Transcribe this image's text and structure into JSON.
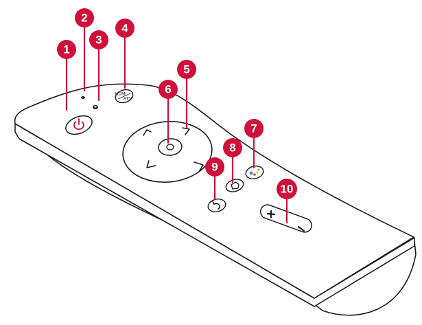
{
  "colors": {
    "accent": "#d0103a",
    "outline": "#1a1a1a",
    "callout_text": "#ffffff",
    "assistant_dots": [
      "#4285f4",
      "#ea4335",
      "#fbbc05",
      "#34a853"
    ]
  },
  "icons": {
    "power": "power-icon",
    "dpad_up": "chevron-up-icon",
    "dpad_down": "chevron-down-icon",
    "dpad_left": "chevron-left-icon",
    "dpad_right": "chevron-right-icon",
    "home": "home-icon",
    "assistant": "google-assistant-icon",
    "back": "back-arrow-icon",
    "volume_up": "plus-icon",
    "volume_down": "minus-icon"
  },
  "input_button": {
    "line1": "HDMI",
    "line2": "ATV"
  },
  "callouts": [
    {
      "label": "1"
    },
    {
      "label": "2"
    },
    {
      "label": "3"
    },
    {
      "label": "4"
    },
    {
      "label": "5"
    },
    {
      "label": "6"
    },
    {
      "label": "7"
    },
    {
      "label": "8"
    },
    {
      "label": "9"
    },
    {
      "label": "10"
    }
  ]
}
